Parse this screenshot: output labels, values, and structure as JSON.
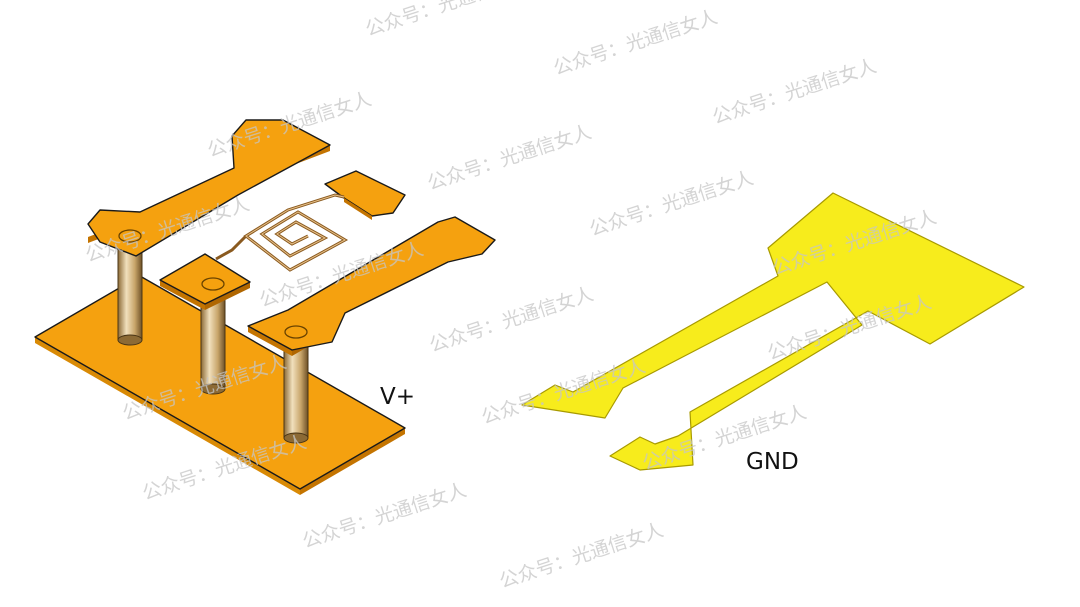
{
  "labels": {
    "vplus": "V+",
    "gnd": "GND"
  },
  "watermark": "公众号：光通信女人",
  "colors": {
    "orange_pad": "#f5a10f",
    "orange_edge": "#c47400",
    "yellow_pad": "#f7ec1c",
    "yellow_edge": "#b9a900",
    "post_light": "#e8d2a6",
    "post_dark": "#8c6a35",
    "coil": "#a0703a"
  }
}
